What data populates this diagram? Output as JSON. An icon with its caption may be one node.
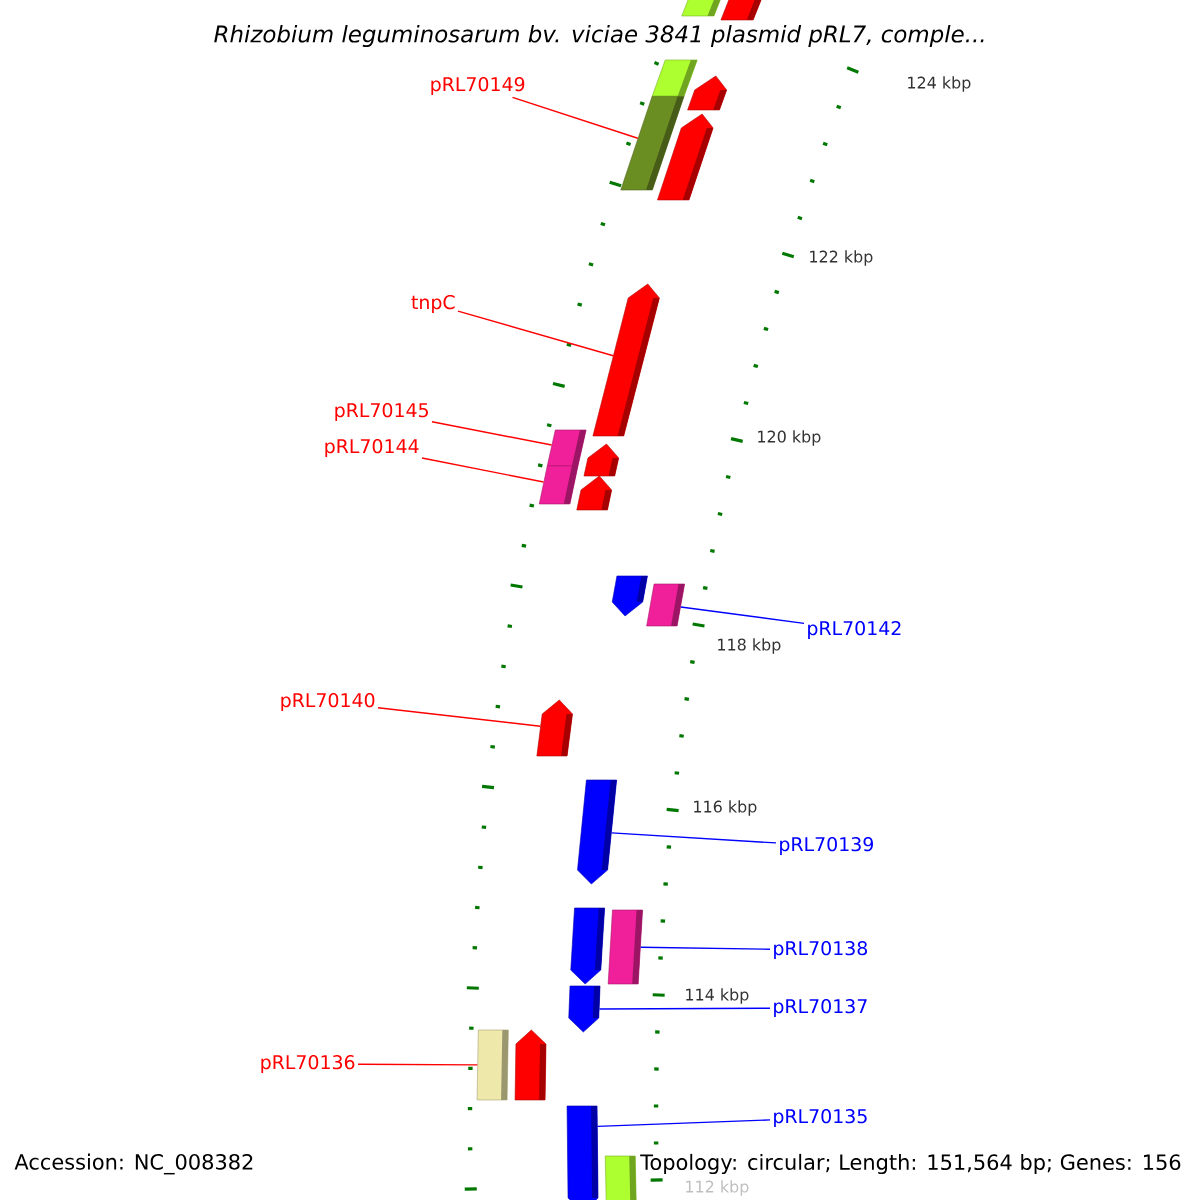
{
  "diagram": {
    "title": "Rhizobium leguminosarum bv. viciae 3841 plasmid pRL7, comple...",
    "nodes": [
      {
        "text": [
          "pRL70149"
        ]
      },
      {
        "text": [],
        "shape": "bar"
      },
      {
        "text": [
          "tnpC"
        ]
      },
      {
        "text": [],
        "shape": "pentagon"
      },
      {
        "text": [
          "pRL70145"
        ]
      },
      {
        "text": [],
        "shape": "bar"
      },
      {
        "text": [
          "pRL70144"
        ]
      },
      {
        "text": [],
        "shape": "bar"
      },
      {
        "text": [
          "pRL70142"
        ]
      },
      {
        "text": [],
        "shape": "bar"
      },
      {
        "text": [
          "pRL70140"
        ]
      },
      {
        "text": [],
        "shape": "pentagon"
      },
      {
        "text": [
          "pRL70139"
        ]
      },
      {
        "text": [],
        "shape": "pentagon"
      },
      {
        "text": [
          "pRL70138"
        ]
      },
      {
        "text": [],
        "shape": "bar"
      },
      {
        "text": [
          "pRL70137"
        ]
      },
      {
        "text": [],
        "shape": "pentagon"
      },
      {
        "text": [
          "pRL70136"
        ]
      },
      {
        "text": [],
        "shape": "bar"
      },
      {
        "text": [
          "pRL70135"
        ]
      },
      {
        "text": [],
        "shape": "pentagon"
      },
      {
        "text": [],
        "shape": "pentagon"
      },
      {
        "text": [],
        "shape": "bar"
      },
      {
        "text": [],
        "shape": "pentagon"
      },
      {
        "text": [],
        "shape": "bar"
      },
      {
        "text": [],
        "shape": "pentagon"
      },
      {
        "text": [],
        "shape": "pentagon"
      },
      {
        "text": [],
        "shape": "pentagon"
      },
      {
        "text": [],
        "shape": "pentagon"
      },
      {
        "text": [],
        "shape": "pentagon"
      },
      {
        "text": [],
        "shape": "pentagon"
      },
      {
        "text": [],
        "shape": "bar"
      }
    ],
    "edges": [
      {
        "from": 0,
        "to": 1,
        "arrow": "none"
      },
      {
        "from": 2,
        "to": 3,
        "arrow": "none"
      },
      {
        "from": 4,
        "to": 5,
        "arrow": "none"
      },
      {
        "from": 6,
        "to": 7,
        "arrow": "none"
      },
      {
        "from": 8,
        "to": 9,
        "arrow": "none",
        "color": "#0000ff"
      },
      {
        "from": 10,
        "to": 11,
        "arrow": "none"
      },
      {
        "from": 12,
        "to": 13,
        "arrow": "none",
        "color": "#0000ff"
      },
      {
        "from": 14,
        "to": 15,
        "arrow": "none",
        "color": "#0000ff"
      },
      {
        "from": 16,
        "to": 17,
        "arrow": "none",
        "color": "#0000ff"
      },
      {
        "from": 18,
        "to": 19,
        "arrow": "none"
      },
      {
        "from": 20,
        "to": 21,
        "arrow": "none",
        "color": "#0000ff"
      }
    ],
    "labels": [
      "124 kbp",
      "122 kbp",
      "120 kbp",
      "118 kbp",
      "116 kbp",
      "114 kbp",
      "112 kbp",
      "Accession: NC_008382",
      "Topology: circular; Length: 151,564 bp; Genes: 156"
    ]
  }
}
